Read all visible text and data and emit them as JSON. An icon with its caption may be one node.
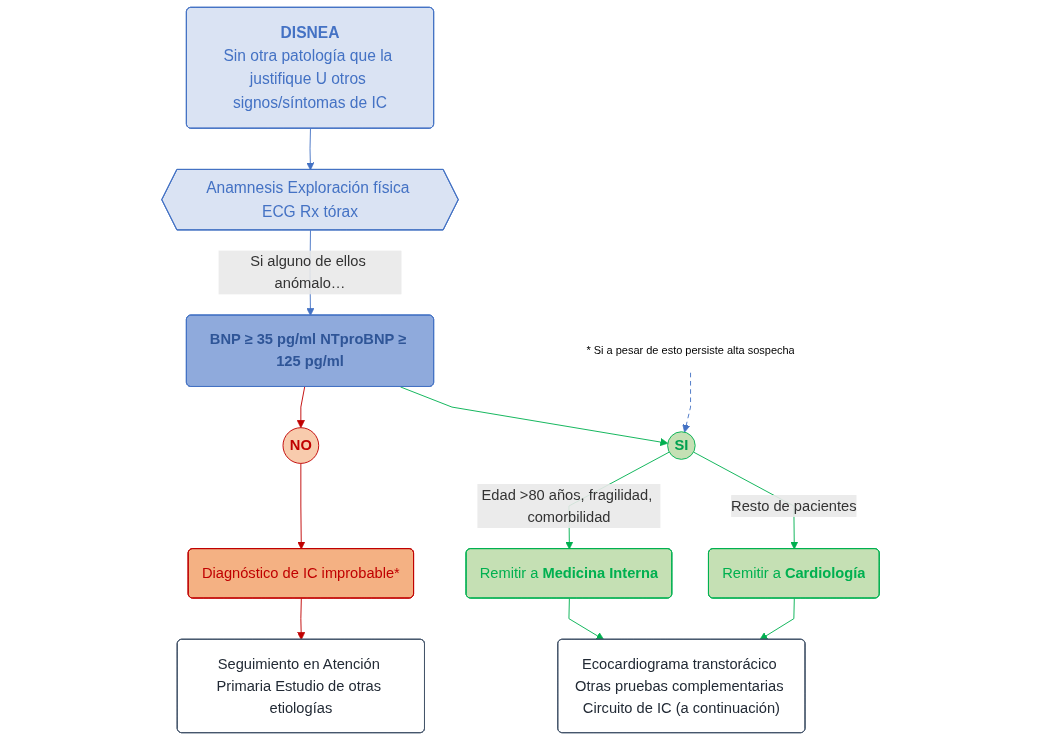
{
  "diagram": {
    "nodes": [
      {
        "text": [
          "DISNEA",
          "Sin otra patología que la justifique U otros signos/síntomas de IC"
        ]
      },
      {
        "text": [
          "Anamnesis Exploración física ECG Rx tórax"
        ]
      },
      {
        "text": [
          "BNP ≥ 35 pg/ml NTproBNP ≥ 125 pg/ml"
        ]
      },
      {
        "text": [
          "NO"
        ]
      },
      {
        "text": [
          "SI"
        ]
      },
      {
        "text": [
          "Diagnóstico de IC improbable*"
        ]
      },
      {
        "text": [
          "Seguimiento en Atención Primaria Estudio de otras etiologías"
        ]
      },
      {
        "text": [
          "Remitir a **Medicina Interna**"
        ]
      },
      {
        "text": [
          "Remitir a **Cardiología**"
        ]
      },
      {
        "text": [
          "Ecocardiograma transtorácico Otras pruebas complementarias Circuito de IC (a continuación)"
        ]
      },
      {
        "text": [
          "* Si a pesar de esto persiste alta sospecha"
        ]
      }
    ],
    "edges": [
      {
        "from": 0,
        "to": 1,
        "arrow": "to",
        "color": "#4472c4"
      },
      {
        "from": 1,
        "to": 2,
        "arrow": "to",
        "label": "Si alguno de ellos anómalo…",
        "color": "#4472c4"
      },
      {
        "from": 2,
        "to": 3,
        "arrow": "to",
        "color": "#c00000"
      },
      {
        "from": 2,
        "to": 4,
        "arrow": "to",
        "color": "#00b050"
      },
      {
        "from": 3,
        "to": 5,
        "arrow": "to",
        "color": "#c00000"
      },
      {
        "from": 5,
        "to": 6,
        "arrow": "to",
        "color": "#c00000"
      },
      {
        "from": 4,
        "to": 7,
        "arrow": "to",
        "label": "Edad >80 años, fragilidad, comorbilidad",
        "color": "#00b050"
      },
      {
        "from": 4,
        "to": 8,
        "arrow": "to",
        "label": "Resto de pacientes",
        "color": "#00b050"
      },
      {
        "from": 7,
        "to": 9,
        "arrow": "to",
        "color": "#00b050"
      },
      {
        "from": 8,
        "to": 9,
        "arrow": "to",
        "color": "#00b050"
      },
      {
        "from": 10,
        "to": 4,
        "arrow": "to",
        "style": "dashed",
        "color": "#4472c4"
      }
    ]
  }
}
